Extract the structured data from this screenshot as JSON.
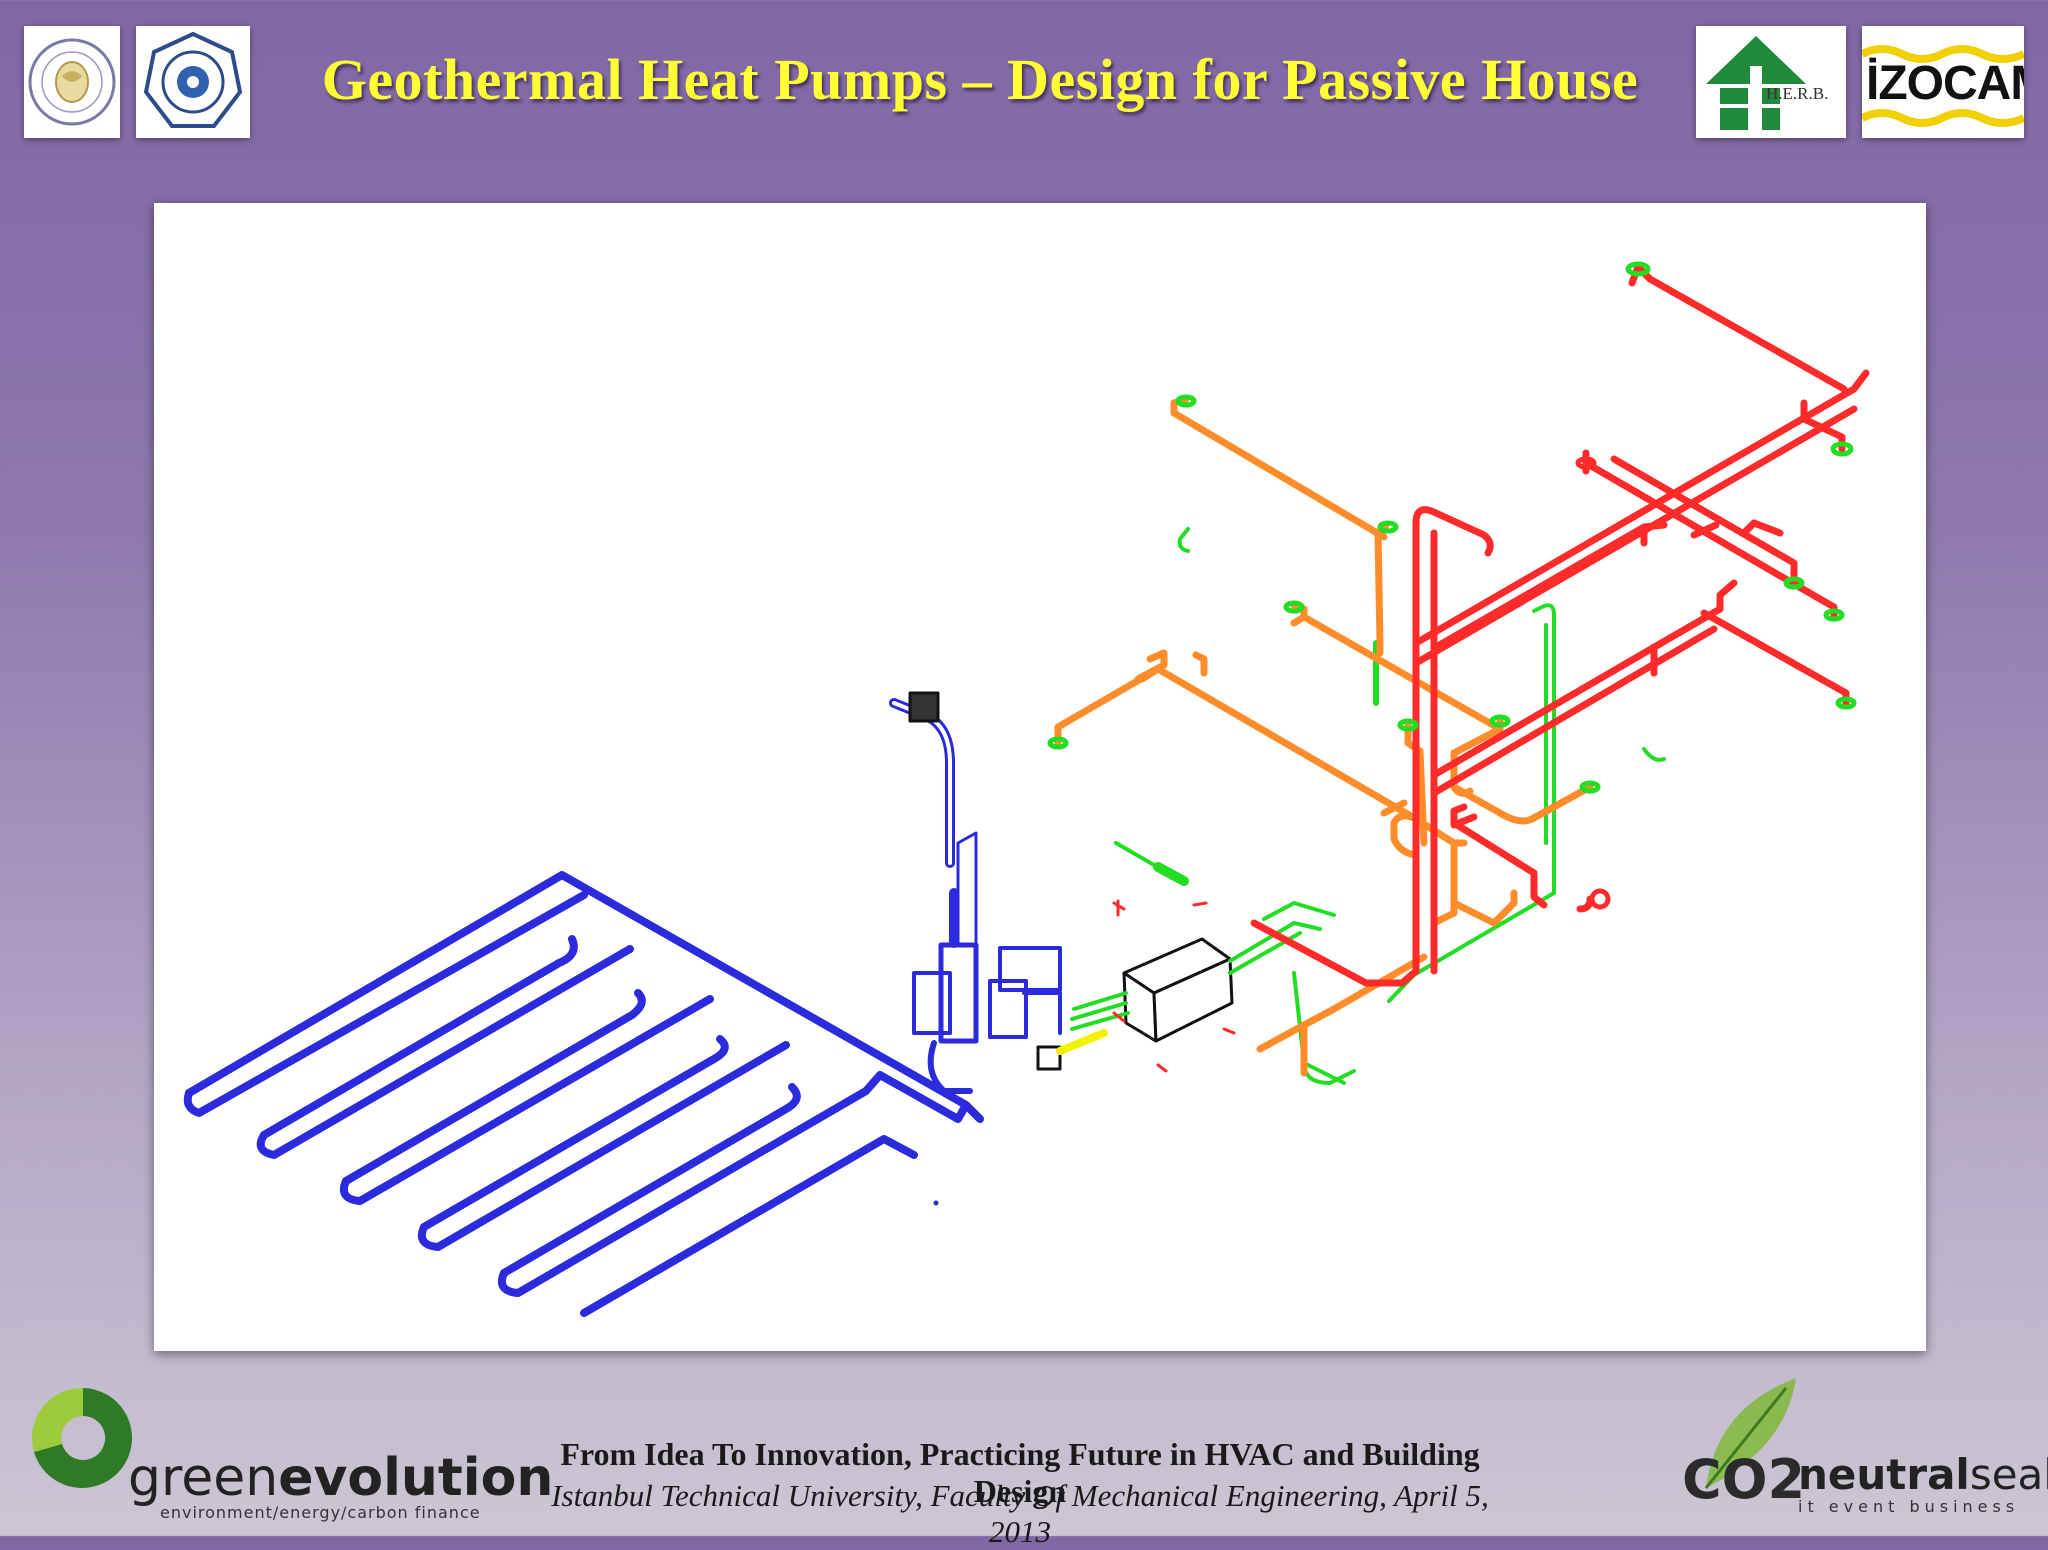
{
  "header": {
    "title": "Geothermal  Heat Pumps – Design for Passive House",
    "logos": [
      {
        "name": "istanbul-technical-university-seal",
        "icon": "university-seal-icon"
      },
      {
        "name": "mechanical-engineering-faculty-seal",
        "icon": "faculty-seal-icon"
      },
      {
        "name": "herb-logo",
        "text": "H.E.R.B."
      },
      {
        "name": "izocam-logo",
        "text": "İZOCAM"
      }
    ]
  },
  "diagram": {
    "description_type": "isometric piping layout",
    "colors": {
      "ground_loop": "#2b2bdd",
      "supply": "#ff2a2a",
      "return": "#ff8c2a",
      "exhaust": "#22dd22",
      "unit": "#111111"
    }
  },
  "footer": {
    "line1": "From Idea To Innovation,  Practicing Future in HVAC and Building Design",
    "line2": "Istanbul Technical University, Faculty Of Mechanical Engineering, April 5, 2013",
    "left_brand": {
      "word_regular": "green",
      "word_bold": "evolution",
      "tagline": "environment/energy/carbon finance"
    },
    "right_brand": {
      "prefix": "CO2",
      "word_bold": "neutral",
      "word_regular": "seal",
      "tagline": "it event business"
    }
  },
  "colors": {
    "title": "#ffff33",
    "background_top": "#8067a6",
    "background_bottom": "#ccc6d4"
  }
}
